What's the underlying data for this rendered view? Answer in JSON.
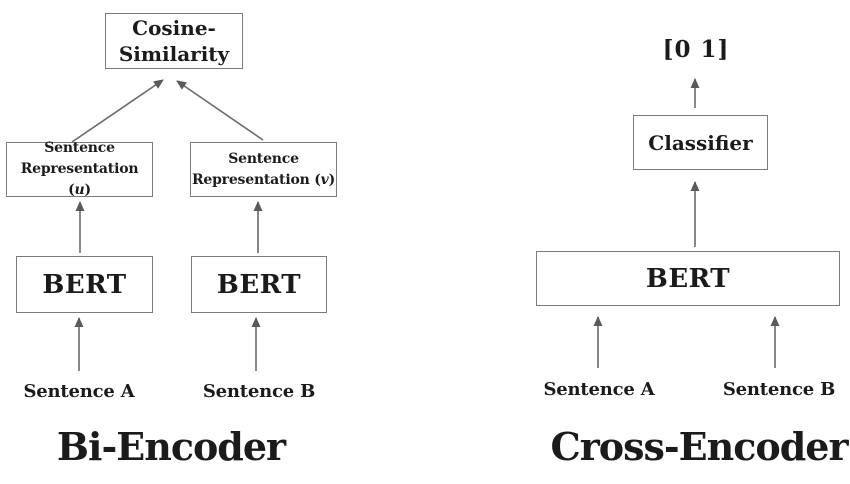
{
  "bi_encoder": {
    "title": "Bi-Encoder",
    "cosine_box": {
      "line1": "Cosine-",
      "line2": "Similarity"
    },
    "rep_u_box": {
      "line1": "Sentence",
      "line2_prefix": "Representation (",
      "variable": "u",
      "line2_suffix": ")"
    },
    "rep_v_box": {
      "line1": "Sentence",
      "line2_prefix": "Representation (",
      "variable": "v",
      "line2_suffix": ")"
    },
    "bert_left": "BERT",
    "bert_right": "BERT",
    "input_a": "Sentence A",
    "input_b": "Sentence B"
  },
  "cross_encoder": {
    "title": "Cross-Encoder",
    "output_label": "[0 1]",
    "classifier_box": "Classifier",
    "bert": "BERT",
    "input_a": "Sentence A",
    "input_b": "Sentence B"
  },
  "colors": {
    "border": "#7b7b7b",
    "arrow": "#6b6b6b",
    "text": "#1b1b1b",
    "bg": "#ffffff"
  }
}
